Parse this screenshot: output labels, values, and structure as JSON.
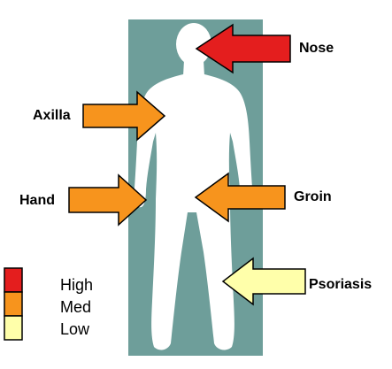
{
  "labels": {
    "nose": "Nose",
    "axilla": "Axilla",
    "hand": "Hand",
    "groin": "Groin",
    "psoriasis": "Psoriasis"
  },
  "legend": [
    {
      "label": "High",
      "color": "#e41e1e"
    },
    {
      "label": "Med",
      "color": "#f7941d"
    },
    {
      "label": "Low",
      "color": "#ffffaa"
    }
  ],
  "colors": {
    "panel": "#6e9e9a",
    "body": "#ffffff",
    "high": "#e41e1e",
    "med": "#f7941d",
    "low": "#ffffaa",
    "outline": "#000000"
  }
}
